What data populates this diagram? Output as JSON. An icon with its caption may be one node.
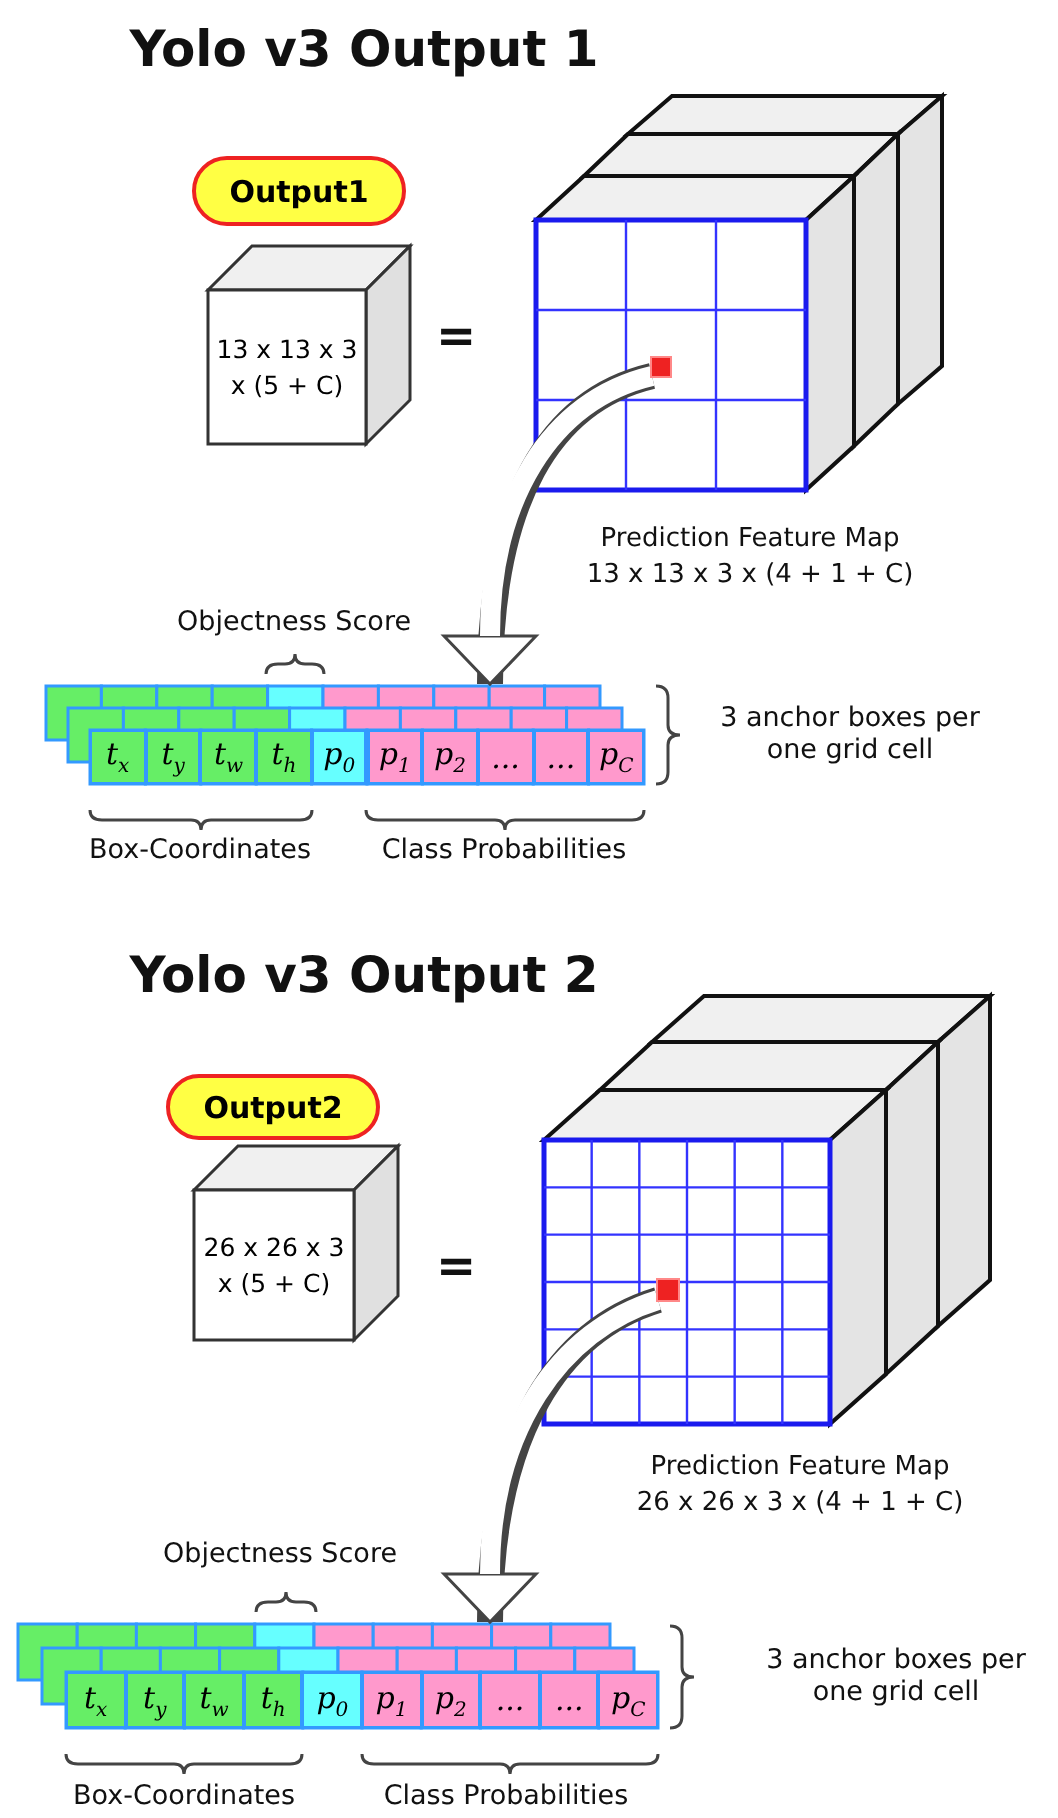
{
  "diagram": {
    "nodes": [
      {
        "text": [
          "Output1"
        ]
      },
      {
        "text": [
          "13 x 13 x 3 x (5 + C)"
        ]
      },
      {
        "text": [],
        "shape": "box",
        "beside": [
          "Prediction Feature Map",
          "13 x 13 x 3 x (4 + 1 + C)"
        ]
      },
      {
        "text": [],
        "shape": "box",
        "in": 2
      },
      {
        "text": [],
        "shape": "bar"
      },
      {
        "text": [
          "t$_{x}$"
        ],
        "in": 4
      },
      {
        "text": [
          "t$_{y}$"
        ],
        "in": 4
      },
      {
        "text": [
          "t$_{w}$"
        ],
        "in": 4
      },
      {
        "text": [
          "t$_{h}$"
        ],
        "in": 4
      },
      {
        "text": [
          "p$_{0}$"
        ],
        "in": 4
      },
      {
        "text": [
          "p$_{1}$"
        ],
        "in": 4
      },
      {
        "text": [
          "p$_{2}$"
        ],
        "in": 4
      },
      {
        "text": [
          "..."
        ],
        "in": 4
      },
      {
        "text": [
          "..."
        ],
        "in": 4
      },
      {
        "text": [
          "p$_{C}$"
        ],
        "in": 4
      },
      {
        "text": [
          "Output2"
        ]
      },
      {
        "text": [
          "26 x 26 x 3 x (5 + C)"
        ]
      },
      {
        "text": [],
        "shape": "box",
        "beside": [
          "Prediction Feature Map",
          "26 x 26 x 3 x (4 + 1 + C)"
        ]
      },
      {
        "text": [],
        "shape": "box",
        "in": 17
      },
      {
        "text": [],
        "shape": "bar"
      },
      {
        "text": [
          "t$_{x}$"
        ],
        "in": 19
      },
      {
        "text": [
          "t$_{y}$"
        ],
        "in": 19
      },
      {
        "text": [
          "t$_{w}$"
        ],
        "in": 19
      },
      {
        "text": [
          "t$_{h}$"
        ],
        "in": 19
      },
      {
        "text": [
          "p$_{0}$"
        ],
        "in": 19
      },
      {
        "text": [
          "p$_{1}$"
        ],
        "in": 19
      },
      {
        "text": [
          "p$_{2}$"
        ],
        "in": 19
      },
      {
        "text": [
          "..."
        ],
        "in": 19
      },
      {
        "text": [
          "..."
        ],
        "in": 19
      },
      {
        "text": [
          "p$_{C}$"
        ],
        "in": 19
      }
    ],
    "edges": [
      {
        "from": 3,
        "to": 4,
        "arrow": "to"
      },
      {
        "from": 18,
        "to": 19,
        "arrow": "to"
      }
    ],
    "labels": [
      "Yolo v3 Output 1",
      "=",
      "Objectness Score",
      "3 anchor boxes per one grid cell",
      "Box-Coordinates",
      "Class Probabilities",
      "Yolo v3 Output 2",
      "=",
      "Objectness Score",
      "3 anchor boxes per one grid cell",
      "Box-Coordinates",
      "Class Probabilities"
    ]
  }
}
